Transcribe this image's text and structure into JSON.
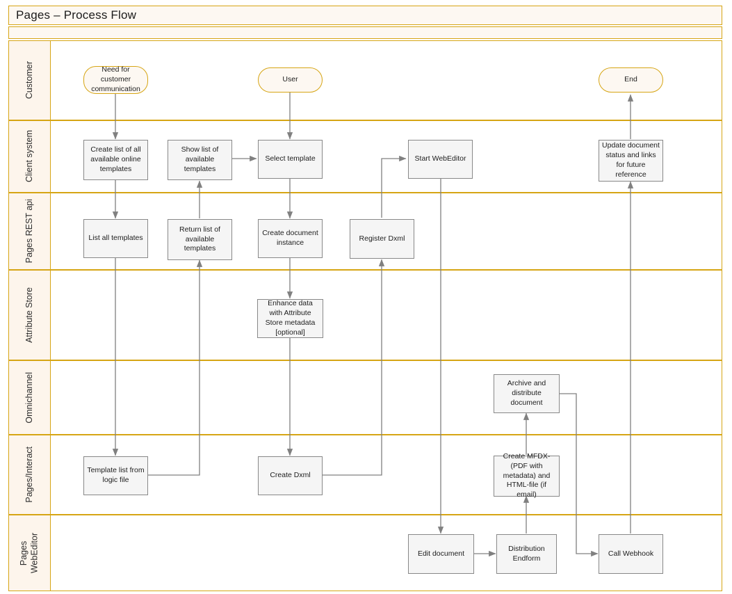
{
  "header": {
    "title": "Pages – Process Flow"
  },
  "colors": {
    "lane_border": "#d6a514",
    "lane_label_fill": "#fdf5ec",
    "node_fill": "#f5f5f5",
    "node_border": "#888888",
    "terminator_fill": "#fdf8f2",
    "terminator_border": "#d6a514",
    "connector": "#808080",
    "page_background": "#ffffff"
  },
  "lanes": [
    {
      "id": "customer",
      "label": "Customer"
    },
    {
      "id": "client-system",
      "label": "Client system"
    },
    {
      "id": "pages-rest-api",
      "label": "Pages REST api"
    },
    {
      "id": "attribute-store",
      "label": "Attribute Store"
    },
    {
      "id": "omnichannel",
      "label": "Omnichannel"
    },
    {
      "id": "pages-interact",
      "label": "Pages/Interact"
    },
    {
      "id": "pages-webeditor",
      "label": "Pages\nWebEditor"
    }
  ],
  "nodes": [
    {
      "id": "need-for-customer-communication",
      "lane": "customer",
      "shape": "terminator",
      "label": "Need for customer communication"
    },
    {
      "id": "user",
      "lane": "customer",
      "shape": "terminator",
      "label": "User"
    },
    {
      "id": "end",
      "lane": "customer",
      "shape": "terminator",
      "label": "End"
    },
    {
      "id": "create-list-of-all-available-online-templates",
      "lane": "client-system",
      "shape": "process",
      "label": "Create list of all available online templates"
    },
    {
      "id": "show-list-of-available-templates",
      "lane": "client-system",
      "shape": "process",
      "label": "Show list of available templates"
    },
    {
      "id": "select-template",
      "lane": "client-system",
      "shape": "process",
      "label": "Select template"
    },
    {
      "id": "start-webeditor",
      "lane": "client-system",
      "shape": "process",
      "label": "Start WebEditor"
    },
    {
      "id": "update-document-status-and-links",
      "lane": "client-system",
      "shape": "process",
      "label": "Update document status and links for future reference"
    },
    {
      "id": "list-all-templates",
      "lane": "pages-rest-api",
      "shape": "process",
      "label": "List all templates"
    },
    {
      "id": "return-list-of-available-templates",
      "lane": "pages-rest-api",
      "shape": "process",
      "label": "Return list of available templates"
    },
    {
      "id": "create-document-instance",
      "lane": "pages-rest-api",
      "shape": "process",
      "label": "Create document instance"
    },
    {
      "id": "register-dxml",
      "lane": "pages-rest-api",
      "shape": "process",
      "label": "Register Dxml"
    },
    {
      "id": "enhance-data-with-attribute-store-metadata",
      "lane": "attribute-store",
      "shape": "process",
      "label": "Enhance data with Attribute Store metadata [optional]"
    },
    {
      "id": "archive-and-distribute-document",
      "lane": "omnichannel",
      "shape": "process",
      "label": "Archive and distribute document"
    },
    {
      "id": "template-list-from-logic-file",
      "lane": "pages-interact",
      "shape": "process",
      "label": "Template list from logic file"
    },
    {
      "id": "create-dxml",
      "lane": "pages-interact",
      "shape": "process",
      "label": "Create Dxml"
    },
    {
      "id": "create-mfdx",
      "lane": "pages-interact",
      "shape": "process",
      "label": "Create MFDX- (PDF with metadata)  and HTML-file (if email)"
    },
    {
      "id": "edit-document",
      "lane": "pages-webeditor",
      "shape": "process",
      "label": "Edit document"
    },
    {
      "id": "distribution-endform",
      "lane": "pages-webeditor",
      "shape": "process",
      "label": "Distribution Endform"
    },
    {
      "id": "call-webhook",
      "lane": "pages-webeditor",
      "shape": "process",
      "label": "Call Webhook"
    }
  ],
  "edges": [
    {
      "from": "need-for-customer-communication",
      "to": "create-list-of-all-available-online-templates"
    },
    {
      "from": "create-list-of-all-available-online-templates",
      "to": "list-all-templates"
    },
    {
      "from": "list-all-templates",
      "to": "template-list-from-logic-file"
    },
    {
      "from": "template-list-from-logic-file",
      "to": "return-list-of-available-templates"
    },
    {
      "from": "return-list-of-available-templates",
      "to": "show-list-of-available-templates"
    },
    {
      "from": "show-list-of-available-templates",
      "to": "select-template"
    },
    {
      "from": "user",
      "to": "select-template"
    },
    {
      "from": "select-template",
      "to": "create-document-instance"
    },
    {
      "from": "create-document-instance",
      "to": "enhance-data-with-attribute-store-metadata"
    },
    {
      "from": "enhance-data-with-attribute-store-metadata",
      "to": "create-dxml"
    },
    {
      "from": "create-dxml",
      "to": "register-dxml"
    },
    {
      "from": "register-dxml",
      "to": "start-webeditor"
    },
    {
      "from": "start-webeditor",
      "to": "edit-document"
    },
    {
      "from": "edit-document",
      "to": "distribution-endform"
    },
    {
      "from": "distribution-endform",
      "to": "create-mfdx"
    },
    {
      "from": "create-mfdx",
      "to": "archive-and-distribute-document"
    },
    {
      "from": "archive-and-distribute-document",
      "to": "call-webhook"
    },
    {
      "from": "call-webhook",
      "to": "update-document-status-and-links"
    },
    {
      "from": "update-document-status-and-links",
      "to": "end"
    }
  ]
}
